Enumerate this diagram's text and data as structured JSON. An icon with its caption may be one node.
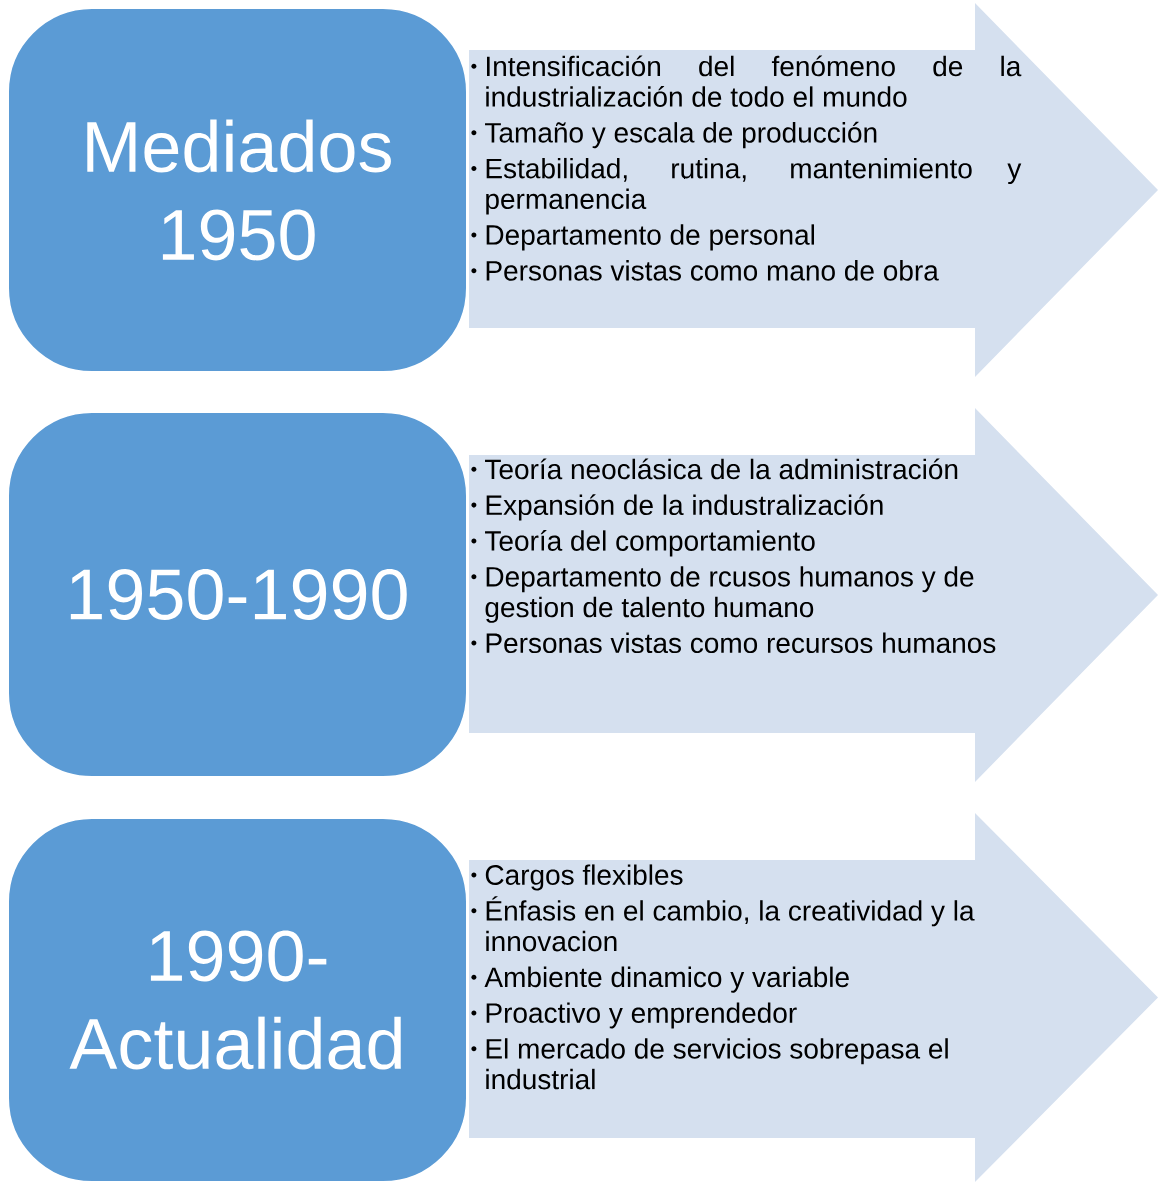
{
  "diagram": {
    "nodes": [
      {
        "text": [
          "Mediados 1950"
        ]
      },
      {
        "text": [
          "Intensificación del fenómeno de la industrialización de todo el mundo",
          "Tamaño y escala de producción",
          "Estabilidad, rutina, mantenimiento y permanencia",
          "Departamento de personal",
          "Personas vistas como mano de obra"
        ]
      },
      {
        "text": [
          "1950-1990"
        ]
      },
      {
        "text": [
          "Teoría neoclásica de la administración",
          "Expansión de la industralización",
          "Teoría del comportamiento",
          "Departamento de rcusos humanos y de gestion de talento humano",
          "Personas vistas como recursos humanos"
        ]
      },
      {
        "text": [
          "1990- Actualidad"
        ]
      },
      {
        "text": [
          "Cargos flexibles",
          "Énfasis en el cambio, la creatividad y la innovacion",
          "Ambiente dinamico y variable",
          "Proactivo y emprendedor",
          "El mercado de servicios sobrepasa el industrial"
        ]
      }
    ]
  }
}
